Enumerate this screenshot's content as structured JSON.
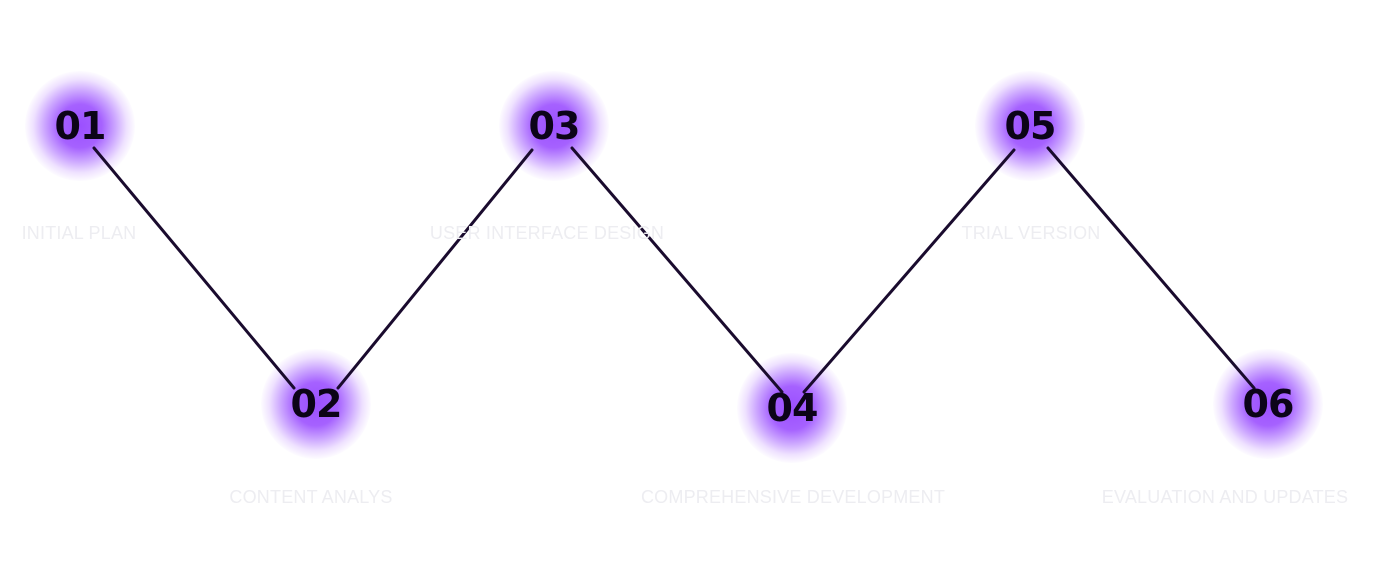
{
  "steps": [
    {
      "number": "01",
      "label": "INITIAL PLAN"
    },
    {
      "number": "02",
      "label": "CONTENT ANALYS"
    },
    {
      "number": "03",
      "label": "USER INTERFACE DESIGN"
    },
    {
      "number": "04",
      "label": "COMPREHENSIVE DEVELOPMENT"
    },
    {
      "number": "05",
      "label": "TRIAL VERSION"
    },
    {
      "number": "06",
      "label": "EVALUATION AND UPDATES"
    }
  ],
  "colors": {
    "glow": "#9646ff",
    "line": "#1a0b2e",
    "number": "#0c0418",
    "label": "#ededf1"
  }
}
